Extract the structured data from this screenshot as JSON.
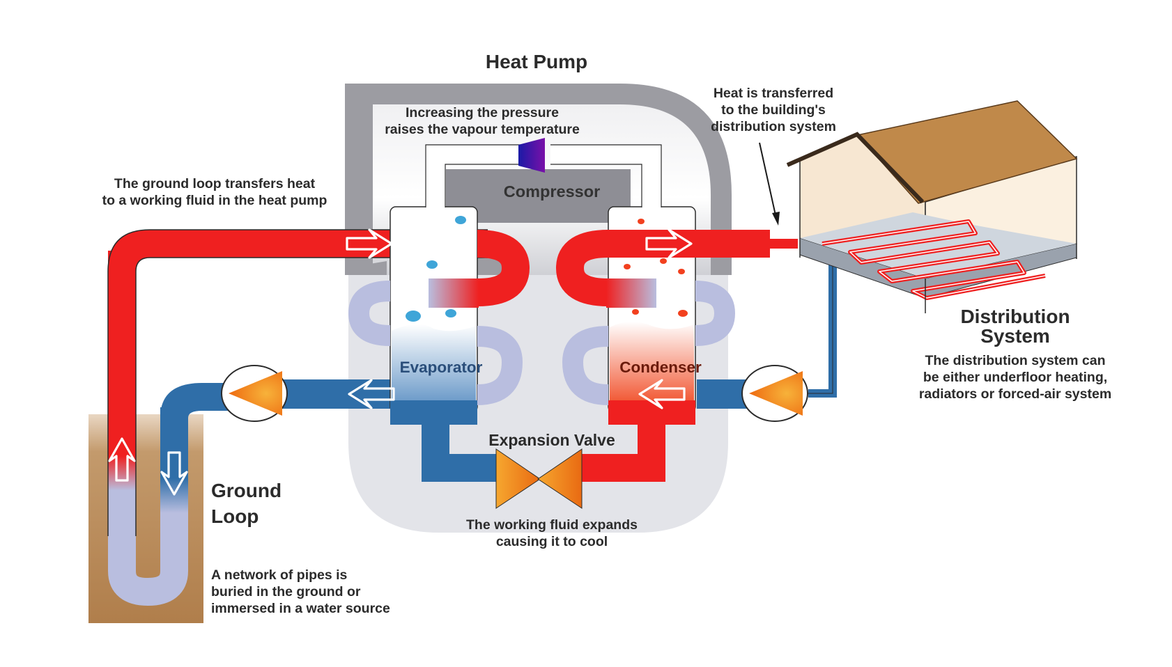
{
  "title": "Heat Pump",
  "compressor": {
    "label": "Compressor",
    "caption": [
      "Increasing the pressure",
      "raises the vapour temperature"
    ]
  },
  "evaporator": {
    "label": "Evaporator"
  },
  "condenser": {
    "label": "Condenser"
  },
  "expansion_valve": {
    "label": "Expansion Valve",
    "caption": [
      "The working fluid expands",
      "causing it to cool"
    ]
  },
  "ground_loop": {
    "title": [
      "Ground",
      "Loop"
    ],
    "caption": [
      "The ground loop transfers heat",
      "to a working fluid in the heat pump"
    ],
    "description": [
      "A network of pipes is",
      "buried in the ground or",
      "immersed in a water source"
    ]
  },
  "building_transfer": {
    "caption": [
      "Heat is transferred",
      "to the building's",
      "distribution system"
    ]
  },
  "distribution": {
    "title": [
      "Distribution",
      "System"
    ],
    "description": [
      "The distribution system can",
      "be either underfloor heating,",
      "radiators or forced-air system"
    ]
  },
  "colors": {
    "hot": "#f21d1d",
    "cold": "#2f6ea8",
    "cool_fluid": "#b9bedf",
    "ground": "#b68552",
    "housing_dark": "#9c9ca2",
    "housing_light": "#e2e3e8",
    "pump_orange": "#f49b1e",
    "roof": "#bf8a45"
  }
}
